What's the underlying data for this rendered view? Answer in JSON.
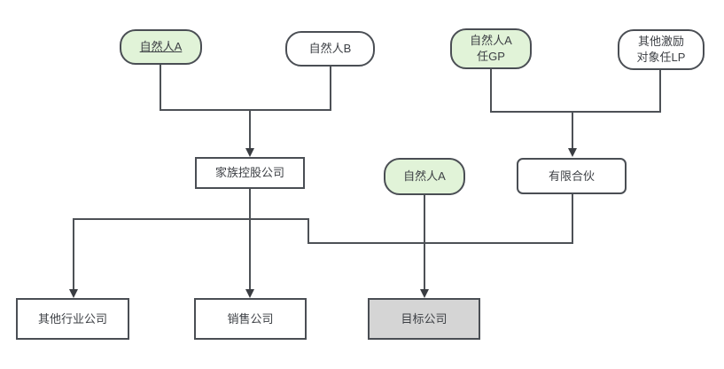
{
  "diagram": {
    "type": "flowchart",
    "background": "#ffffff",
    "colors": {
      "node_fill_green": "#e1f3d8",
      "node_fill_white": "#ffffff",
      "node_fill_gray": "#d5d5d5",
      "node_border": "#4a4e54",
      "connector_line": "#4d5156",
      "text": "#3d4045"
    },
    "nodes": [
      {
        "id": "natural-person-a-top",
        "label": "自然人A",
        "shape": "pill",
        "fill": "green",
        "underline": true
      },
      {
        "id": "natural-person-b",
        "label": "自然人B",
        "shape": "pill",
        "fill": "white",
        "underline": false
      },
      {
        "id": "natural-person-a-gp",
        "label": "自然人A\n任GP",
        "shape": "pill",
        "fill": "green",
        "underline": false
      },
      {
        "id": "other-incentive-lp",
        "label": "其他激励\n对象任LP",
        "shape": "pill",
        "fill": "white",
        "underline": false
      },
      {
        "id": "family-holding-company",
        "label": "家族控股公司",
        "shape": "rect",
        "fill": "white",
        "underline": false
      },
      {
        "id": "natural-person-a-mid",
        "label": "自然人A",
        "shape": "pill",
        "fill": "green",
        "underline": false
      },
      {
        "id": "limited-partnership",
        "label": "有限合伙",
        "shape": "rounded-rect",
        "fill": "white",
        "underline": false
      },
      {
        "id": "other-industry-company",
        "label": "其他行业公司",
        "shape": "rect",
        "fill": "white",
        "underline": false
      },
      {
        "id": "sales-company",
        "label": "销售公司",
        "shape": "rect",
        "fill": "white",
        "underline": false
      },
      {
        "id": "target-company",
        "label": "目标公司",
        "shape": "rect",
        "fill": "gray",
        "underline": false
      }
    ],
    "edges": [
      {
        "from": "自然人A",
        "to": "家族控股公司",
        "arrow": true
      },
      {
        "from": "自然人B",
        "to": "家族控股公司",
        "arrow": true
      },
      {
        "from": "自然人A任GP",
        "to": "有限合伙",
        "arrow": true
      },
      {
        "from": "其他激励对象任LP",
        "to": "有限合伙",
        "arrow": true
      },
      {
        "from": "家族控股公司",
        "to": "其他行业公司",
        "arrow": true
      },
      {
        "from": "家族控股公司",
        "to": "销售公司",
        "arrow": true
      },
      {
        "from": "家族控股公司",
        "to": "目标公司",
        "arrow": true
      },
      {
        "from": "自然人A",
        "to": "目标公司",
        "arrow": true
      },
      {
        "from": "有限合伙",
        "to": "目标公司",
        "arrow": true
      }
    ]
  }
}
